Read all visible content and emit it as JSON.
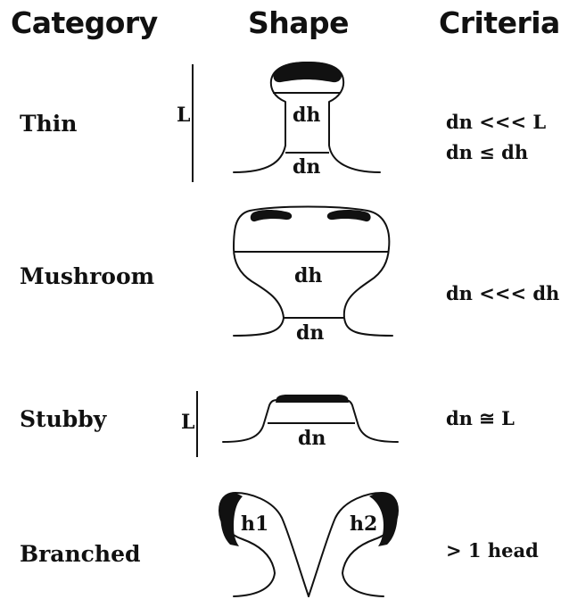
{
  "headers": {
    "category": "Category",
    "shape": "Shape",
    "criteria": "Criteria"
  },
  "rows": [
    {
      "category": "Thin",
      "length_label": "L",
      "labels": [
        "dh",
        "dn"
      ],
      "criteria": [
        "dn <<< L",
        "dn ≤ dh"
      ]
    },
    {
      "category": "Mushroom",
      "labels": [
        "dh",
        "dn"
      ],
      "criteria": [
        "dn <<< dh"
      ]
    },
    {
      "category": "Stubby",
      "length_label": "L",
      "labels": [
        "dn"
      ],
      "criteria": [
        "dn ≅ L"
      ]
    },
    {
      "category": "Branched",
      "labels": [
        "h1",
        "h2"
      ],
      "criteria": [
        "> 1 head"
      ]
    }
  ]
}
